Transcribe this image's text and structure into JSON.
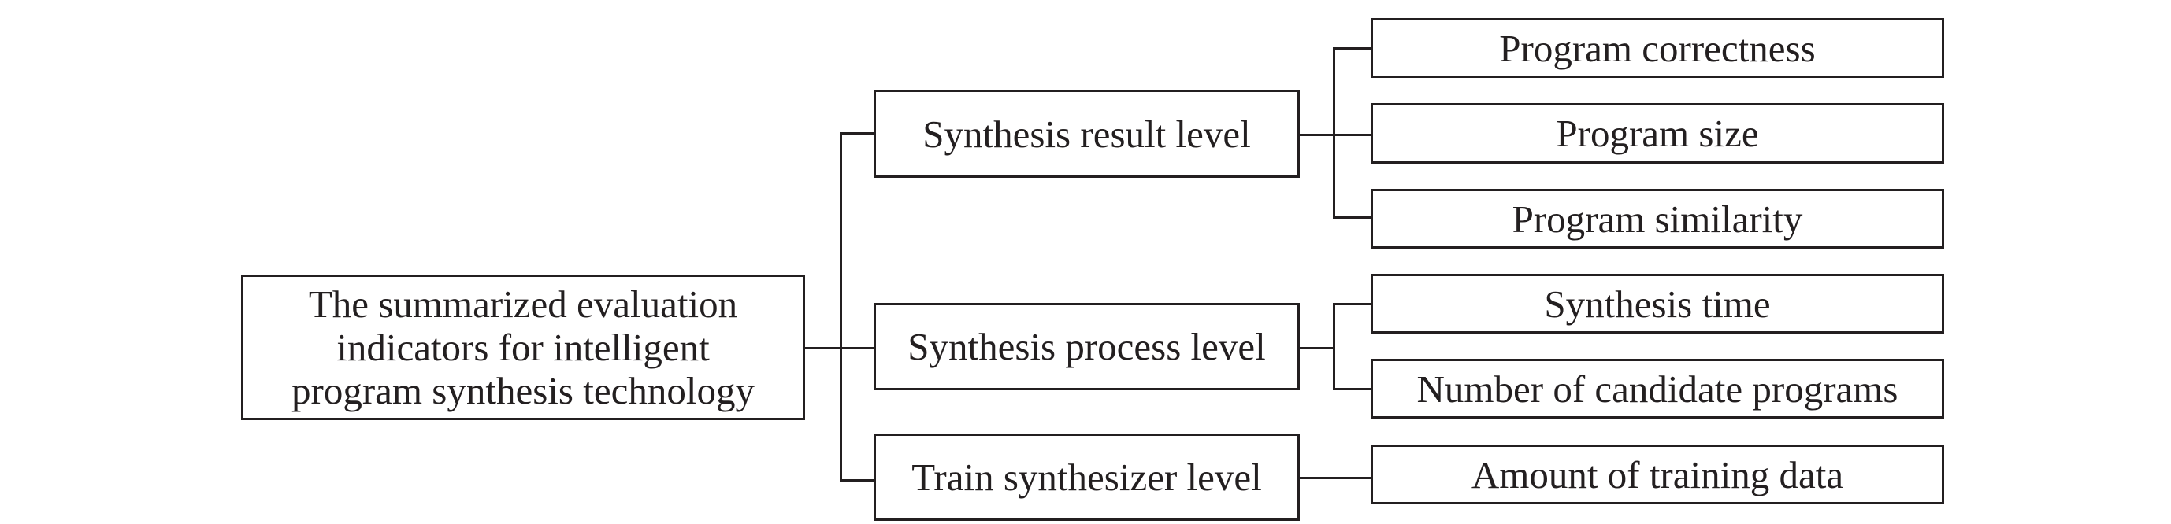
{
  "root": {
    "lines": [
      "The summarized evaluation",
      "indicators for intelligent",
      "program synthesis technology"
    ]
  },
  "levels": [
    {
      "label": "Synthesis result level",
      "indicators": [
        "Program correctness",
        "Program size",
        "Program similarity"
      ]
    },
    {
      "label": "Synthesis process level",
      "indicators": [
        "Synthesis time",
        "Number of candidate programs"
      ]
    },
    {
      "label": "Train synthesizer level",
      "indicators": [
        "Amount of training data"
      ]
    }
  ]
}
